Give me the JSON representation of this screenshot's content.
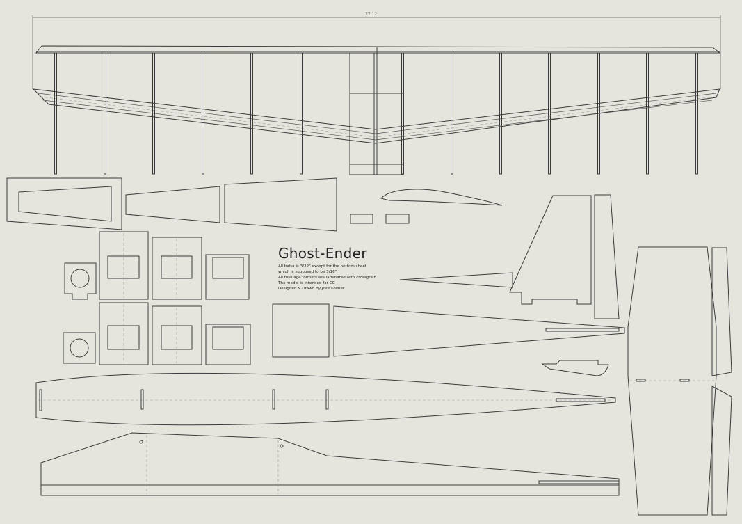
{
  "drawing": {
    "title": "Ghost-Ender",
    "notes": [
      "All balsa is 3/32\" except for the bottom sheet",
      "which is supposed to be 3/16\"",
      "All fuselage formers are laminated with crossgrain",
      "The model is intended for CC",
      "Designed & Drawn by Jose Köllner"
    ],
    "overall_dimension": "77.12"
  },
  "colors": {
    "background": "#e6e5dd",
    "line": "#3a3a3a"
  }
}
